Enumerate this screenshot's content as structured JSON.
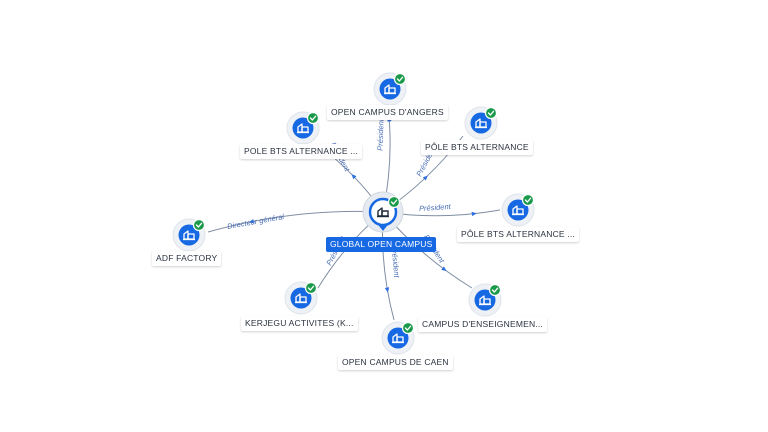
{
  "center": {
    "label": "GLOBAL OPEN CAMPUS",
    "icon": "building-icon"
  },
  "nodes": [
    {
      "id": "angers",
      "label": "OPEN CAMPUS D'ANGERS",
      "icon": "building-icon",
      "verified": true
    },
    {
      "id": "pole1",
      "label": "POLE BTS ALTERNANCE ...",
      "icon": "building-icon",
      "verified": true
    },
    {
      "id": "pole2",
      "label": "PÔLE BTS ALTERNANCE",
      "icon": "building-icon",
      "verified": true
    },
    {
      "id": "pole3",
      "label": "PÔLE BTS ALTERNANCE ...",
      "icon": "building-icon",
      "verified": true
    },
    {
      "id": "adf",
      "label": "ADF FACTORY",
      "icon": "building-icon",
      "verified": true
    },
    {
      "id": "kerjegu",
      "label": "KERJEGU ACTIVITES (K...",
      "icon": "building-icon",
      "verified": true
    },
    {
      "id": "caen",
      "label": "OPEN CAMPUS DE CAEN",
      "icon": "building-icon",
      "verified": true
    },
    {
      "id": "campus",
      "label": "CAMPUS D'ENSEIGNEMEN...",
      "icon": "building-icon",
      "verified": true
    }
  ],
  "edges": [
    {
      "to": "angers",
      "label": "Président"
    },
    {
      "to": "pole1",
      "label": "Président"
    },
    {
      "to": "pole2",
      "label": "Président"
    },
    {
      "to": "pole3",
      "label": "Président"
    },
    {
      "to": "adf",
      "label": "Directeur général"
    },
    {
      "to": "kerjegu",
      "label": "Président"
    },
    {
      "to": "caen",
      "label": "Président"
    },
    {
      "to": "campus",
      "label": "Président"
    }
  ],
  "colors": {
    "accent": "#1668e3",
    "verified": "#1a9a4a",
    "edge": "#7f8ea3",
    "edge_label": "#4a6fb5"
  }
}
